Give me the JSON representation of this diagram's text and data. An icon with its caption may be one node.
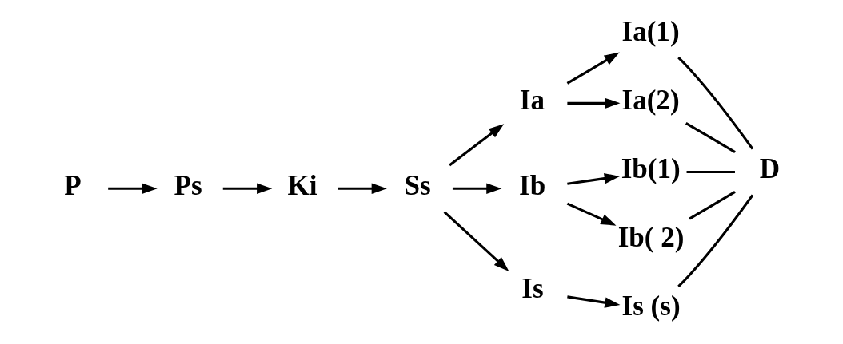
{
  "diagram": {
    "nodes": [
      {
        "text": [
          "P"
        ]
      },
      {
        "text": [
          "Ps"
        ]
      },
      {
        "text": [
          "Ki"
        ]
      },
      {
        "text": [
          "Ss"
        ]
      },
      {
        "text": [
          "Ia"
        ]
      },
      {
        "text": [
          "Ib"
        ]
      },
      {
        "text": [
          "Is"
        ]
      },
      {
        "text": [
          "Ia(1)"
        ]
      },
      {
        "text": [
          "Ia(2)"
        ]
      },
      {
        "text": [
          "Ib(1)"
        ]
      },
      {
        "text": [
          "Ib( 2)"
        ]
      },
      {
        "text": [
          "Is (s)"
        ]
      },
      {
        "text": [
          "D"
        ]
      }
    ],
    "edges": [
      {
        "from": 0,
        "to": 1,
        "arrow": "to"
      },
      {
        "from": 1,
        "to": 2,
        "arrow": "to"
      },
      {
        "from": 2,
        "to": 3,
        "arrow": "to"
      },
      {
        "from": 3,
        "to": 4,
        "arrow": "to"
      },
      {
        "from": 3,
        "to": 5,
        "arrow": "to"
      },
      {
        "from": 3,
        "to": 6,
        "arrow": "to"
      },
      {
        "from": 4,
        "to": 7,
        "arrow": "to"
      },
      {
        "from": 4,
        "to": 8,
        "arrow": "to"
      },
      {
        "from": 5,
        "to": 9,
        "arrow": "to"
      },
      {
        "from": 5,
        "to": 10,
        "arrow": "to"
      },
      {
        "from": 6,
        "to": 11,
        "arrow": "to"
      },
      {
        "from": 7,
        "to": 12,
        "arrow": "none"
      },
      {
        "from": 8,
        "to": 12,
        "arrow": "none"
      },
      {
        "from": 9,
        "to": 12,
        "arrow": "none"
      },
      {
        "from": 10,
        "to": 12,
        "arrow": "none"
      },
      {
        "from": 11,
        "to": 12,
        "arrow": "none"
      }
    ]
  }
}
